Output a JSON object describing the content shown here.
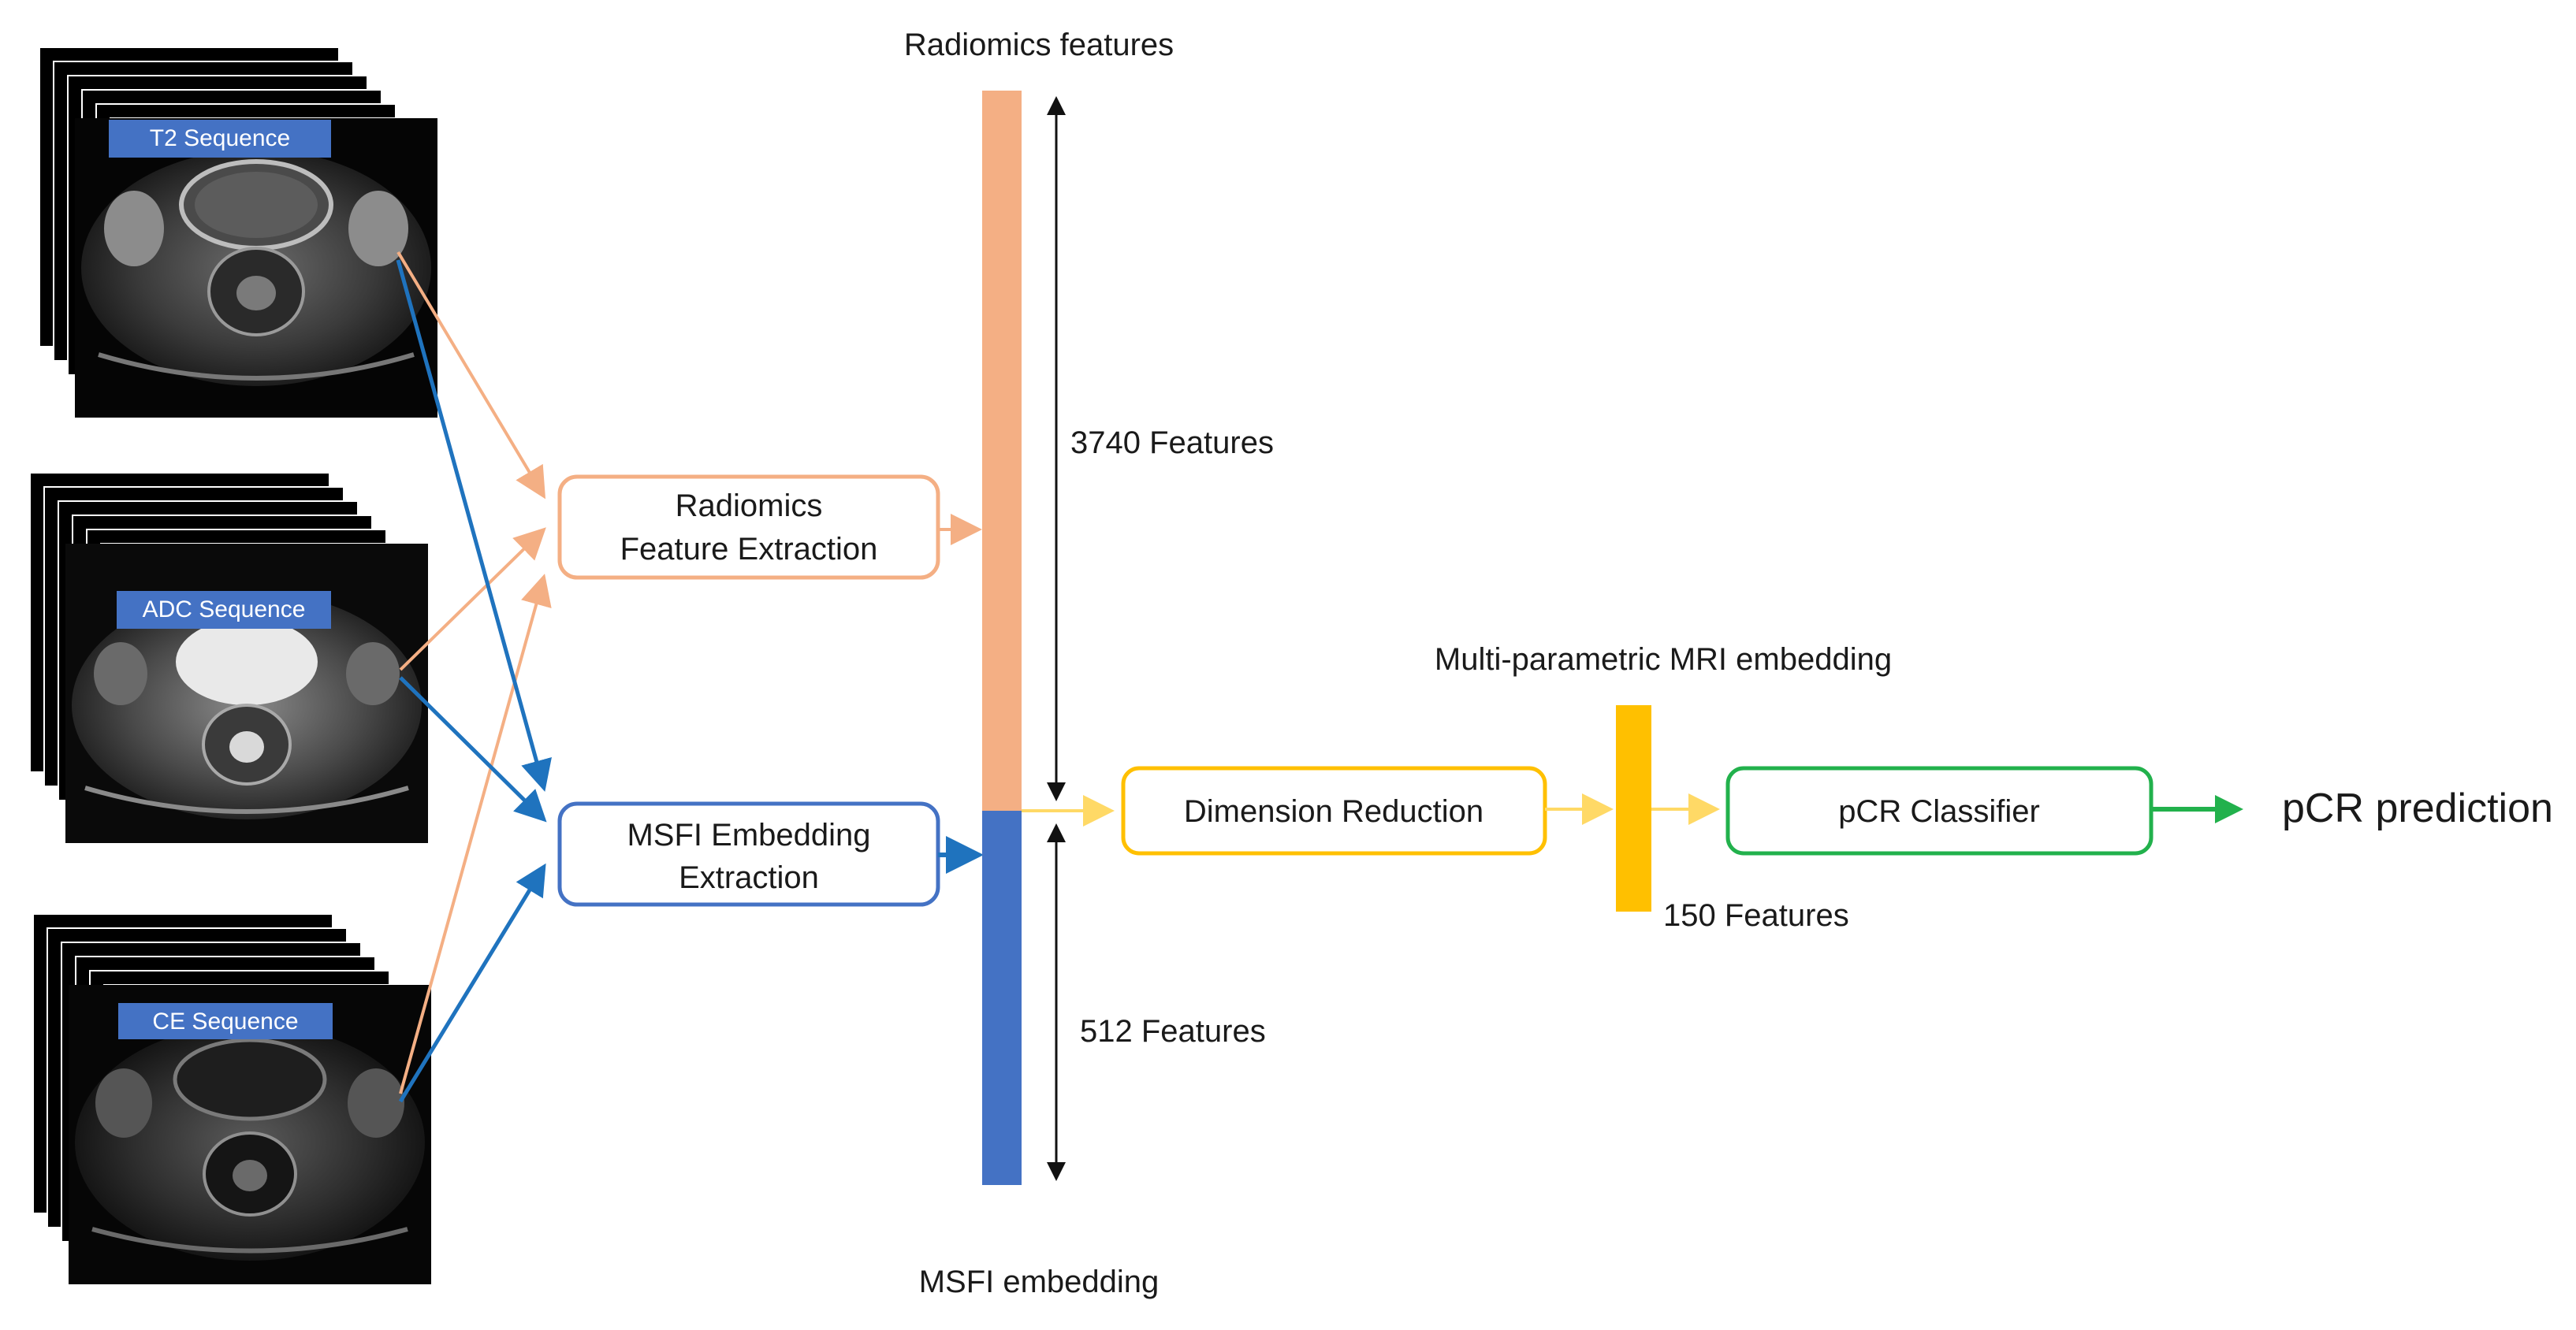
{
  "sequences": [
    {
      "label": "T2 Sequence"
    },
    {
      "label": "ADC Sequence"
    },
    {
      "label": "CE Sequence"
    }
  ],
  "boxes": {
    "radiomics_line1": "Radiomics",
    "radiomics_line2": "Feature Extraction",
    "msfi_line1": "MSFI Embedding",
    "msfi_line2": "Extraction",
    "dimension_reduction": "Dimension Reduction",
    "classifier": "pCR Classifier"
  },
  "labels": {
    "radiomics_features": "Radiomics features",
    "msfi_embedding": "MSFI embedding",
    "count_radiomics": "3740 Features",
    "count_msfi": "512 Features",
    "multiparametric": "Multi-parametric MRI embedding",
    "count_reduced": "150 Features",
    "prediction": "pCR prediction"
  },
  "colors": {
    "radiomics": "#F4AF84",
    "msfi": "#4472C4",
    "dimension": "#FFC000",
    "classifier": "#22B14C",
    "seq_label_bg": "#4472C4",
    "mri_blue_arrow": "#1F73BE"
  },
  "icons": {
    "mri_stack": "mri-slice-stack-icon"
  }
}
